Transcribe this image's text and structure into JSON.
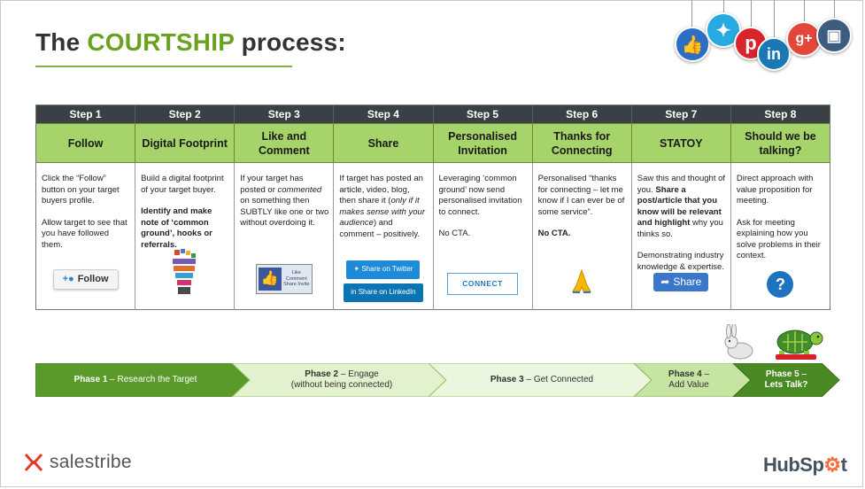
{
  "slide": {
    "title_prefix": "The",
    "title_accent": "COURTSHIP",
    "title_suffix": "process:"
  },
  "social_icons": [
    "facebook-like-icon",
    "twitter-icon",
    "pinterest-icon",
    "linkedin-icon",
    "google-plus-icon",
    "instagram-icon"
  ],
  "steps": [
    {
      "step": "Step 1",
      "name": "Follow"
    },
    {
      "step": "Step 2",
      "name": "Digital Footprint"
    },
    {
      "step": "Step 3",
      "name": "Like and Comment"
    },
    {
      "step": "Step 4",
      "name": "Share"
    },
    {
      "step": "Step 5",
      "name": "Personalised Invitation"
    },
    {
      "step": "Step 6",
      "name": "Thanks for Connecting"
    },
    {
      "step": "Step 7",
      "name": "STATOY"
    },
    {
      "step": "Step 8",
      "name": "Should we be talking?"
    }
  ],
  "cells": {
    "c1_p1": "Click the “Follow” button on your target buyers profile.",
    "c1_p2": "Allow target to see that you have followed them.",
    "c1_button": "Follow",
    "c2_p1": "Build a digital footprint of your target buyer.",
    "c2_p2": "Identify and make note of ‘common ground’, hooks or referrals.",
    "c3_a": "If your target has posted or ",
    "c3_b": "commented",
    "c3_c": " on something then SUBTLY like one or two without overdoing it.",
    "c3_like_words": "Like Comment Share Invite",
    "c4_a": "If target has posted an article, video, blog, then share it (",
    "c4_b": "only if it makes sense with your audience",
    "c4_c": ") and comment – positively.",
    "c4_twitter": "Share on Twitter",
    "c4_linkedin": "Share on LinkedIn",
    "c5_p1": "Leveraging ‘common ground’ now send personalised invitation to connect.",
    "c5_p2": "No CTA.",
    "c5_button": "CONNECT",
    "c6_p1": "Personalised “thanks for connecting – let me know if I can ever be of some service”.",
    "c6_p2": "No CTA.",
    "c7_a": "Saw this and thought of you. ",
    "c7_b": "Share a post/article that you know will be relevant and highlight",
    "c7_c": " why you thinks so.",
    "c7_p2": "Demonstrating industry knowledge & expertise.",
    "c7_button": "Share",
    "c8_p1": "Direct approach with value proposition for meeting.",
    "c8_p2": "Ask for meeting explaining how you solve problems in their context.",
    "c8_icon": "?"
  },
  "phases": [
    {
      "bold": "Phase 1",
      "rest": " – Research the Target"
    },
    {
      "bold": "Phase 2",
      "rest": " – Engage",
      "line2": "(without being connected)"
    },
    {
      "bold": "Phase 3",
      "rest": " – Get Connected"
    },
    {
      "bold": "Phase 4",
      "rest": " –",
      "line2": "Add Value"
    },
    {
      "bold": "Phase 5",
      "rest": " –",
      "line2": "Lets Talk?"
    }
  ],
  "logos": {
    "salestribe": "salestribe",
    "hubspot_a": "HubS",
    "hubspot_b": "p",
    "hubspot_c": "t"
  },
  "colors": {
    "accent_green": "#6aa121",
    "header_dark": "#3a4145",
    "step_name_green": "#a6d46a",
    "phase_dark_green": "#5a9a2a",
    "phase_light_green": "#e2f2cf",
    "phase_mid_green": "#c6e4a2",
    "salestribe_red": "#e23b2e",
    "hubspot_orange": "#f26e3b"
  }
}
